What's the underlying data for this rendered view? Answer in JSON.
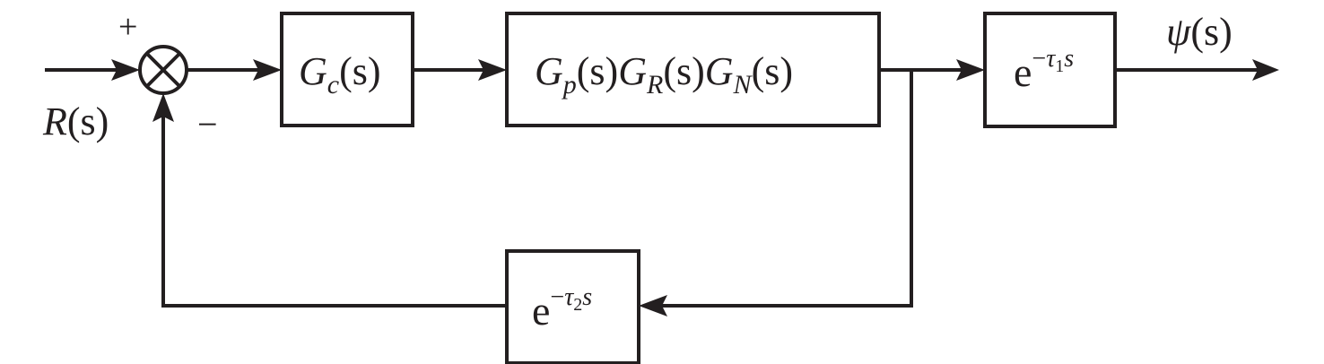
{
  "diagram": {
    "type": "feedback control block diagram",
    "input": {
      "symbol": "R",
      "arg": "(s)"
    },
    "output": {
      "symbol": "ψ",
      "arg": "(s)"
    },
    "summing_junction": {
      "plus": "+",
      "minus": "−"
    },
    "blocks": {
      "controller": {
        "G": "G",
        "sub": "c",
        "arg": "(s)"
      },
      "plant": {
        "g1": "G",
        "sub1": "p",
        "arg1": "(s)",
        "g2": "G",
        "sub2": "R",
        "arg2": "(s)",
        "g3": "G",
        "sub3": "N",
        "arg3": "(s)"
      },
      "forward_delay": {
        "base": "e",
        "exp_minus": "−",
        "tau": "τ",
        "tau_sub": "1",
        "s": "s"
      },
      "feedback_delay": {
        "base": "e",
        "exp_minus": "−",
        "tau": "τ",
        "tau_sub": "2",
        "s": "s"
      }
    },
    "colors": {
      "stroke": "#231f20",
      "background": "#ffffff"
    }
  }
}
